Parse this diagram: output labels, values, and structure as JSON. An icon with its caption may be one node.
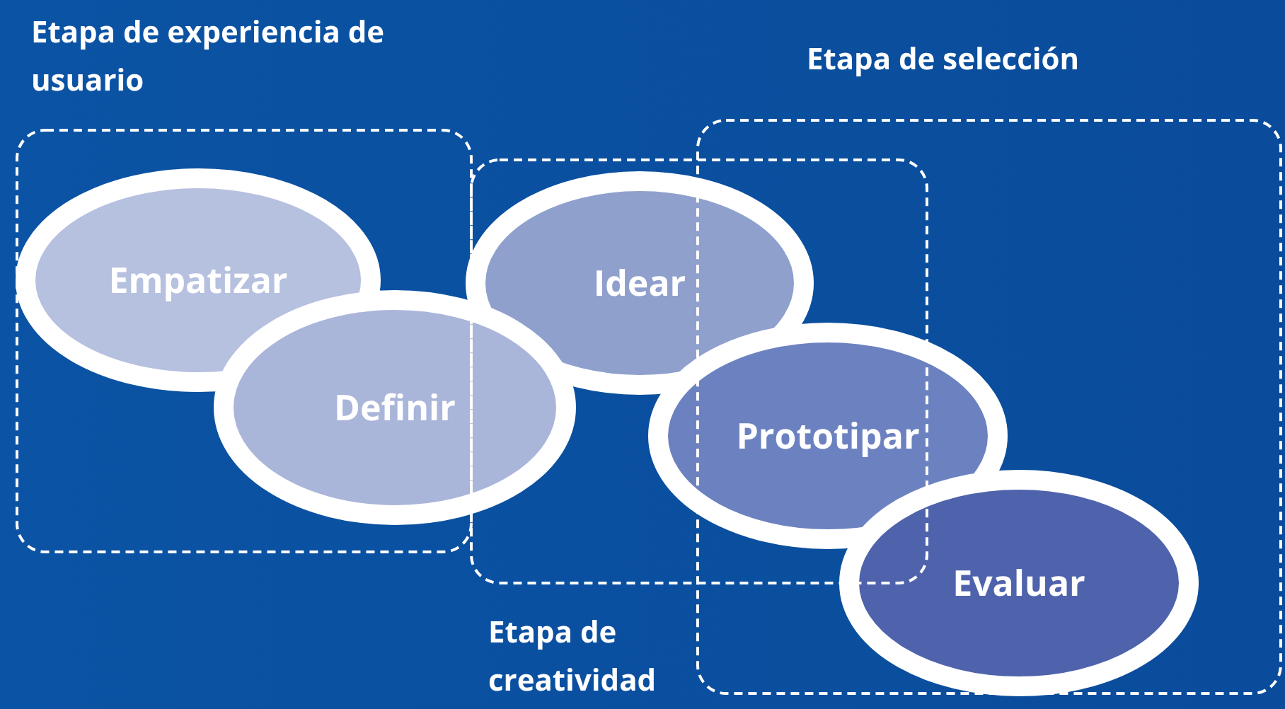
{
  "diagram": {
    "nodes": [
      {
        "text": [
          "Etapa de experiencia de usuario"
        ]
      },
      {
        "text": [
          "Etapa de creatividad"
        ]
      },
      {
        "text": [
          "Etapa de selección"
        ]
      },
      {
        "text": [
          "Empatizar"
        ],
        "in": 0
      },
      {
        "text": [
          "Definir"
        ]
      },
      {
        "text": [
          "Idear"
        ],
        "in": 1
      },
      {
        "text": [
          "Prototipar"
        ]
      },
      {
        "text": [
          "Evaluar"
        ],
        "in": 2
      }
    ]
  }
}
